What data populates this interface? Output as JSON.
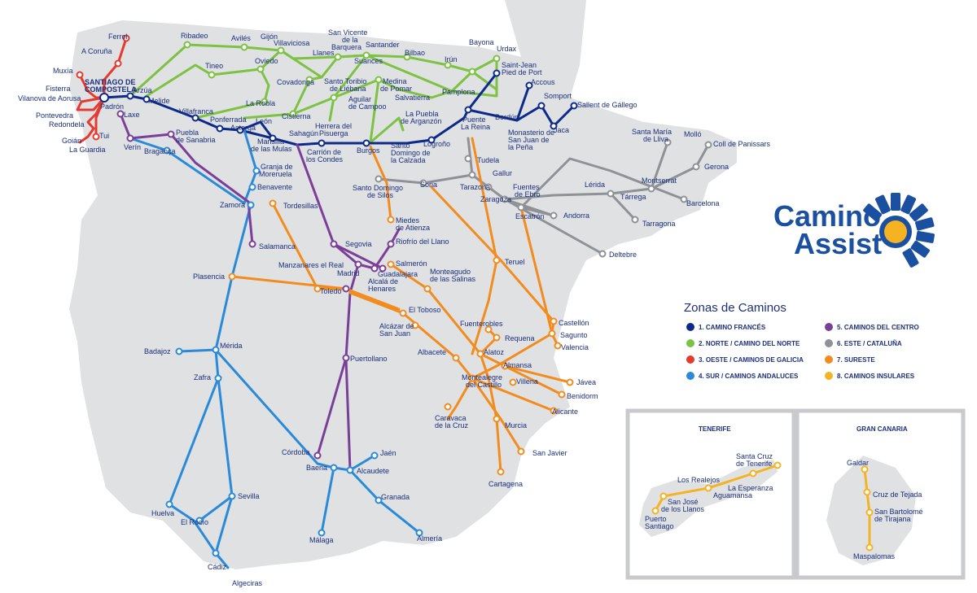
{
  "logo": {
    "line1": "Camino",
    "line2": "Assist",
    "color": "#1b4fa0"
  },
  "legend": {
    "title": "Zonas de Caminos",
    "items": [
      {
        "label": "1. CAMINO FRANCÉS",
        "color": "#0d2a8a"
      },
      {
        "label": "2. NORTE / CAMINO DEL NORTE",
        "color": "#7dc242"
      },
      {
        "label": "3. OESTE / CAMINOS DE GALICIA",
        "color": "#e53a2f"
      },
      {
        "label": "4. SUR / CAMINOS ANDALUCES",
        "color": "#2a8ad8"
      },
      {
        "label": "5. CAMINOS DEL CENTRO",
        "color": "#7b3f98"
      },
      {
        "label": "6. ESTE / CATALUÑA",
        "color": "#8e9196"
      },
      {
        "label": "7. SURESTE",
        "color": "#f28c1e"
      },
      {
        "label": "8. CAMINOS INSULARES",
        "color": "#f5b324"
      }
    ]
  },
  "insets": {
    "tenerife": "TENERIFE",
    "gran_canaria": "GRAN CANARIA"
  },
  "labels": {
    "ferrol": "Ferrol",
    "acoruna": "A Coruña",
    "muxia": "Muxía",
    "fisterra": "Fisterra",
    "vilanova": "Vilanova de Aorusa",
    "santiago1": "SANTIAGO DE",
    "santiago2": "COMPOSTELA",
    "pontevedra": "Pontevedra",
    "redondela": "Redondela",
    "tui": "Tui",
    "goian": "Goián",
    "laguardia": "La Guardia",
    "padron": "Padrón",
    "laxe": "Laxe",
    "arzua": "Arzúa",
    "melide": "Melide",
    "ribadeo": "Ribadeo",
    "aviles": "Avilés",
    "gijon": "Gijón",
    "villaviciosa": "Villaviciosa",
    "sanvicente1": "San Vicente",
    "sanvicente2": "de la",
    "sanvicente3": "Barquera",
    "santander": "Santander",
    "bilbao": "Bilbao",
    "irun": "Irún",
    "bayona": "Bayona",
    "urdax": "Urdax",
    "tineo": "Tineo",
    "oviedo": "Oviedo",
    "llanes": "Llanes",
    "suances": "Suances",
    "covadonga": "Covadonga",
    "toribio1": "Santo Toribio",
    "toribio2": "de Liébana",
    "medina1": "Medina",
    "medina2": "de Pomar",
    "aguilar1": "Aguilar",
    "aguilar2": "de Campoo",
    "salvatierra": "Salvatierra",
    "pamplona": "Pamplona",
    "saintjean1": "Saint-Jean",
    "saintjean2": "Pied de Port",
    "accous": "Accous",
    "somport": "Somport",
    "sallent": "Sallent de Gállego",
    "berdun": "Berdún",
    "jaca": "Jaca",
    "monasterio1": "Monasterio de",
    "monasterio2": "San Juan de",
    "monasterio3": "la Peña",
    "puentereina1": "Puente",
    "puentereina2": "La Reina",
    "larobla": "La Robla",
    "villafranca": "Villafranca",
    "cistierna": "Cistierna",
    "herrera1": "Herrera del",
    "herrera2": "Pisuerga",
    "puebla_arg1": "La Puebla",
    "puebla_arg2": "de Arganzón",
    "ponferrada": "Ponferrada",
    "astorga": "Astorga",
    "leon": "León",
    "sahagun": "Sahagún",
    "mansilla1": "Mansilla",
    "mansilla2": "de las Mulas",
    "carrion1": "Carrión de",
    "carrion2": "los Condes",
    "burgos": "Burgos",
    "sdcalzada1": "Santo",
    "sdcalzada2": "Domingo de",
    "sdcalzada3": "la Calzada",
    "logrono": "Logroño",
    "verin": "Verín",
    "braganca": "Bragança",
    "puebla_san1": "Puebla",
    "puebla_san2": "de Sanabria",
    "granja1": "Granja de",
    "granja2": "Moreruela",
    "benavente": "Benavente",
    "zamora": "Zamora",
    "tordesillas": "Tordesillas",
    "salamanca": "Salamanca",
    "silos1": "Santo Domingo",
    "silos2": "de Silos",
    "soria": "Soria",
    "tudela": "Tudela",
    "gallur": "Gallur",
    "tarazona": "Tarazona",
    "zaragoza": "Zaragoza",
    "fuentes1": "Fuentes",
    "fuentes2": "de Ebro",
    "escatron": "Escatrón",
    "andorra": "Andorra",
    "lerida": "Lérida",
    "tarrega": "Tárrega",
    "montserrat": "Montserrat",
    "barcelona": "Barcelona",
    "tarragona": "Tarragona",
    "gerona": "Gerona",
    "molló": "Molló",
    "coll": "Coll de Panissars",
    "lliva1": "Santa María",
    "lliva2": "de Lliva",
    "deltebre": "Deltebre",
    "miedes1": "Miedes",
    "miedes2": "de Atienza",
    "riofrio": "Riofrío del Llano",
    "segovia": "Segovia",
    "manzanares": "Manzanares el Real",
    "madrid": "Madrid",
    "guadalajara": "Guadalajara",
    "salmeron": "Salmerón",
    "alcala1": "Alcalá de",
    "alcala2": "Henares",
    "monteagudo1": "Monteagudo",
    "monteagudo2": "de las Salinas",
    "teruel": "Teruel",
    "plasencia": "Plasencia",
    "toledo": "Toledo",
    "eltoboso": "El Toboso",
    "alcazar1": "Alcázar de",
    "alcazar2": "San Juan",
    "fuenterobles": "Fuenterobles",
    "requena": "Requena",
    "castellon": "Castellón",
    "sagunto": "Sagunto",
    "valencia": "Valencia",
    "albacete": "Albacete",
    "alatoz": "Alatoz",
    "almansa": "Almansa",
    "montealegre1": "Montealegre",
    "montealegre2": "del Castillo",
    "villena": "Villena",
    "javea": "Jávea",
    "benidorm": "Benidorm",
    "alicante": "Alicante",
    "caravaca1": "Caravaca",
    "caravaca2": "de la Cruz",
    "murcia": "Murcia",
    "sanjavier": "San Javier",
    "cartagena": "Cartagena",
    "puertollano": "Puertollano",
    "badajoz": "Badajoz",
    "merida": "Mérida",
    "zafra": "Zafra",
    "cordoba": "Córdoba",
    "baena": "Baena",
    "jaen": "Jaén",
    "alcaudete": "Alcaudete",
    "granada": "Granada",
    "malaga": "Málaga",
    "almeria": "Almería",
    "sevilla": "Sevilla",
    "huelva": "Huelva",
    "elrocio": "El Rocío",
    "cadiz": "Cádiz",
    "algeciras": "Algeciras",
    "tf_santacruz1": "Santa Cruz",
    "tf_santacruz2": "de Tenerife",
    "tf_realejos": "Los Realejos",
    "tf_esperanza": "La Esperanza",
    "tf_aguamansa": "Aguamansa",
    "tf_sanjose1": "San José",
    "tf_sanjose2": "de los Llanos",
    "tf_puerto1": "Puerto",
    "tf_puerto2": "Santiago",
    "gc_galdar": "Galdar",
    "gc_tejeda": "Cruz de Tejada",
    "gc_bartolome1": "San Bartolomé",
    "gc_bartolome2": "de Tirajana",
    "gc_maspalomas": "Maspalomas"
  }
}
